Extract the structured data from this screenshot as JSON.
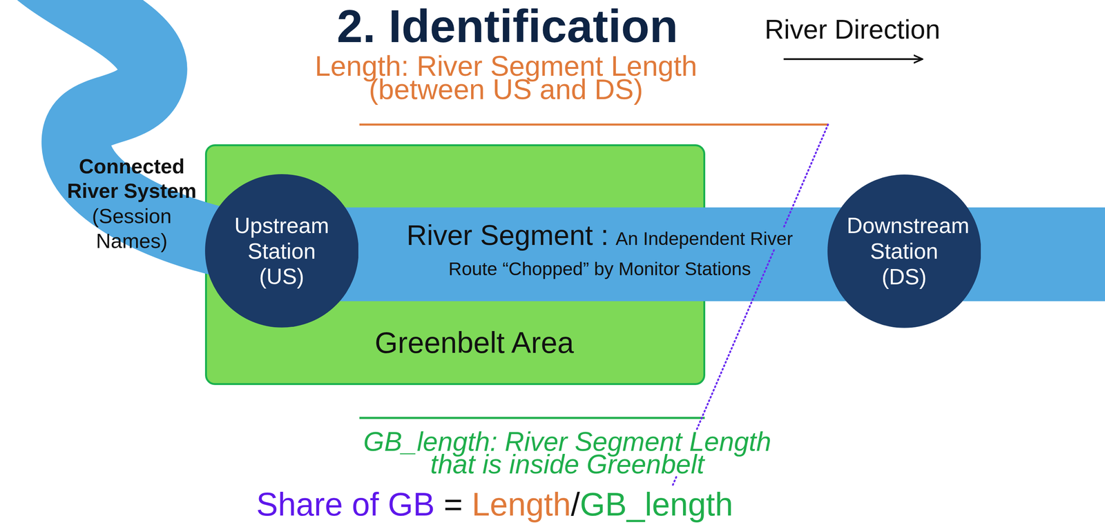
{
  "diagram": {
    "title": "2. Identification",
    "nodes": [
      {
        "text": [
          "Greenbelt Area"
        ]
      },
      {
        "text": [
          "Upstream Station (US)"
        ],
        "in": 0
      },
      {
        "text": [
          "River Segment :",
          "An Independent River Route “Chopped” by Monitor Stations"
        ]
      },
      {
        "text": [
          "Downstream Station (DS)"
        ]
      }
    ],
    "labels": [
      "River Direction",
      "Length: River Segment Length (between US and DS)",
      "Connected River System",
      "(Session Names)",
      "GB_length: River Segment Length that is inside Greenbelt",
      "Share of GB",
      "=",
      "Length",
      "/",
      "GB_length"
    ]
  }
}
